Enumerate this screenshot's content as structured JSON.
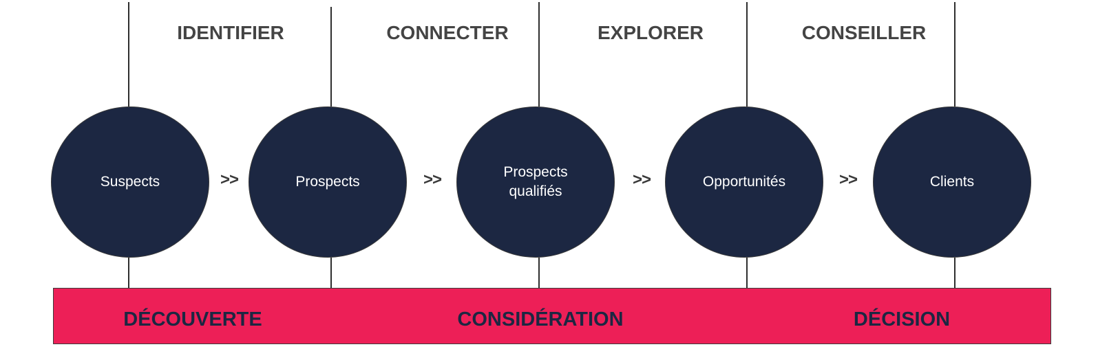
{
  "steps": [
    {
      "label": "IDENTIFIER"
    },
    {
      "label": "CONNECTER"
    },
    {
      "label": "EXPLORER"
    },
    {
      "label": "CONSEILLER"
    }
  ],
  "stages": [
    {
      "label": "Suspects"
    },
    {
      "label": "Prospects"
    },
    {
      "label": "Prospects\nqualifiés"
    },
    {
      "label": "Opportunités"
    },
    {
      "label": "Clients"
    }
  ],
  "arrow_text": ">>",
  "phases": [
    {
      "label": "DÉCOUVERTE"
    },
    {
      "label": "CONSIDÉRATION"
    },
    {
      "label": "DÉCISION"
    }
  ],
  "colors": {
    "circle_fill": "#1c2742",
    "band_fill": "#ed1f57",
    "step_text": "#444444",
    "phase_text": "#1c2742",
    "lines": "#2e2e2e"
  }
}
